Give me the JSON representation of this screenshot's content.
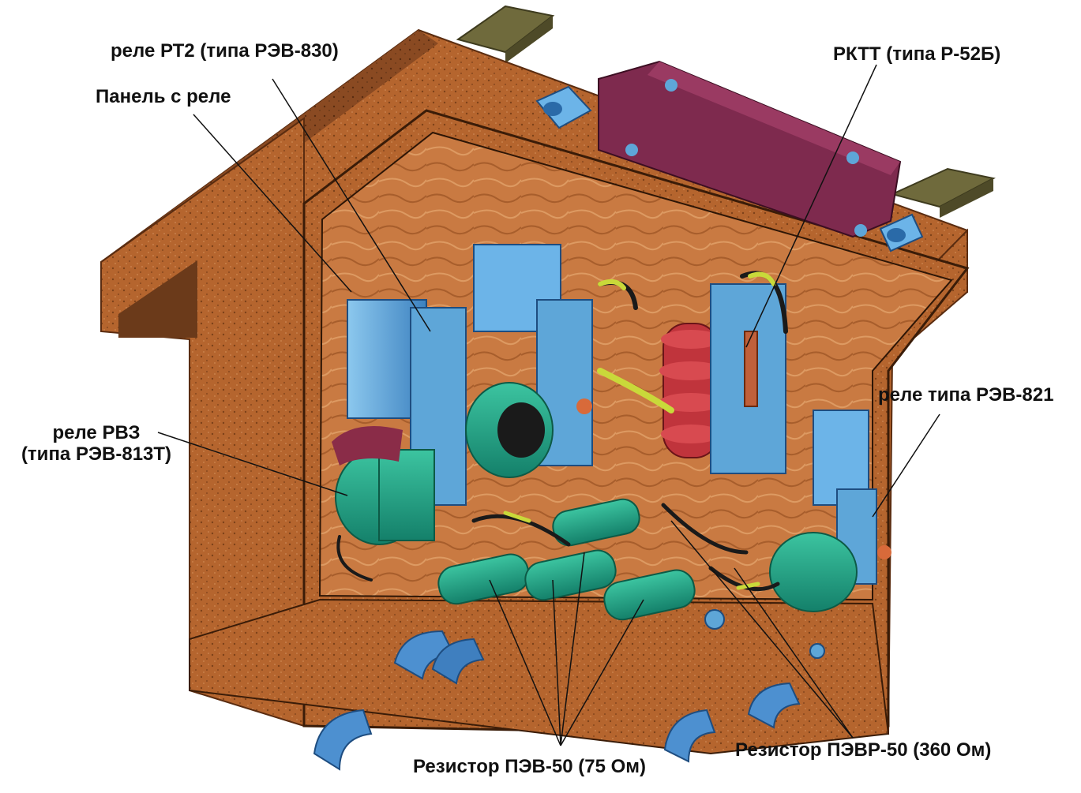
{
  "labels": {
    "relay_rt2": "реле РТ2 (типа РЭВ-830)",
    "panel": "Панель с реле",
    "rktt": "РКТТ (типа Р-52Б)",
    "relay_rvz_line1": "реле РВЗ",
    "relay_rvz_line2": "(типа РЭВ-813Т)",
    "relay_rev821": "реле типа РЭВ-821",
    "resistor_pev50": "Резистор ПЭВ-50 (75 Ом)",
    "resistor_pevr50": "Резистор ПЭВР-50 (360 Ом)"
  },
  "colors": {
    "housing": "#b5652e",
    "housing_dark": "#6b3a1a",
    "interior": "#c8743c",
    "relay_blue": "#5ea6d8",
    "coil_green": "#2aa88a",
    "rktt_block": "#7e2a4e",
    "insulator_red": "#c0343c",
    "wire_yellow": "#c9d93a",
    "busbar": "#6f6a3c"
  }
}
